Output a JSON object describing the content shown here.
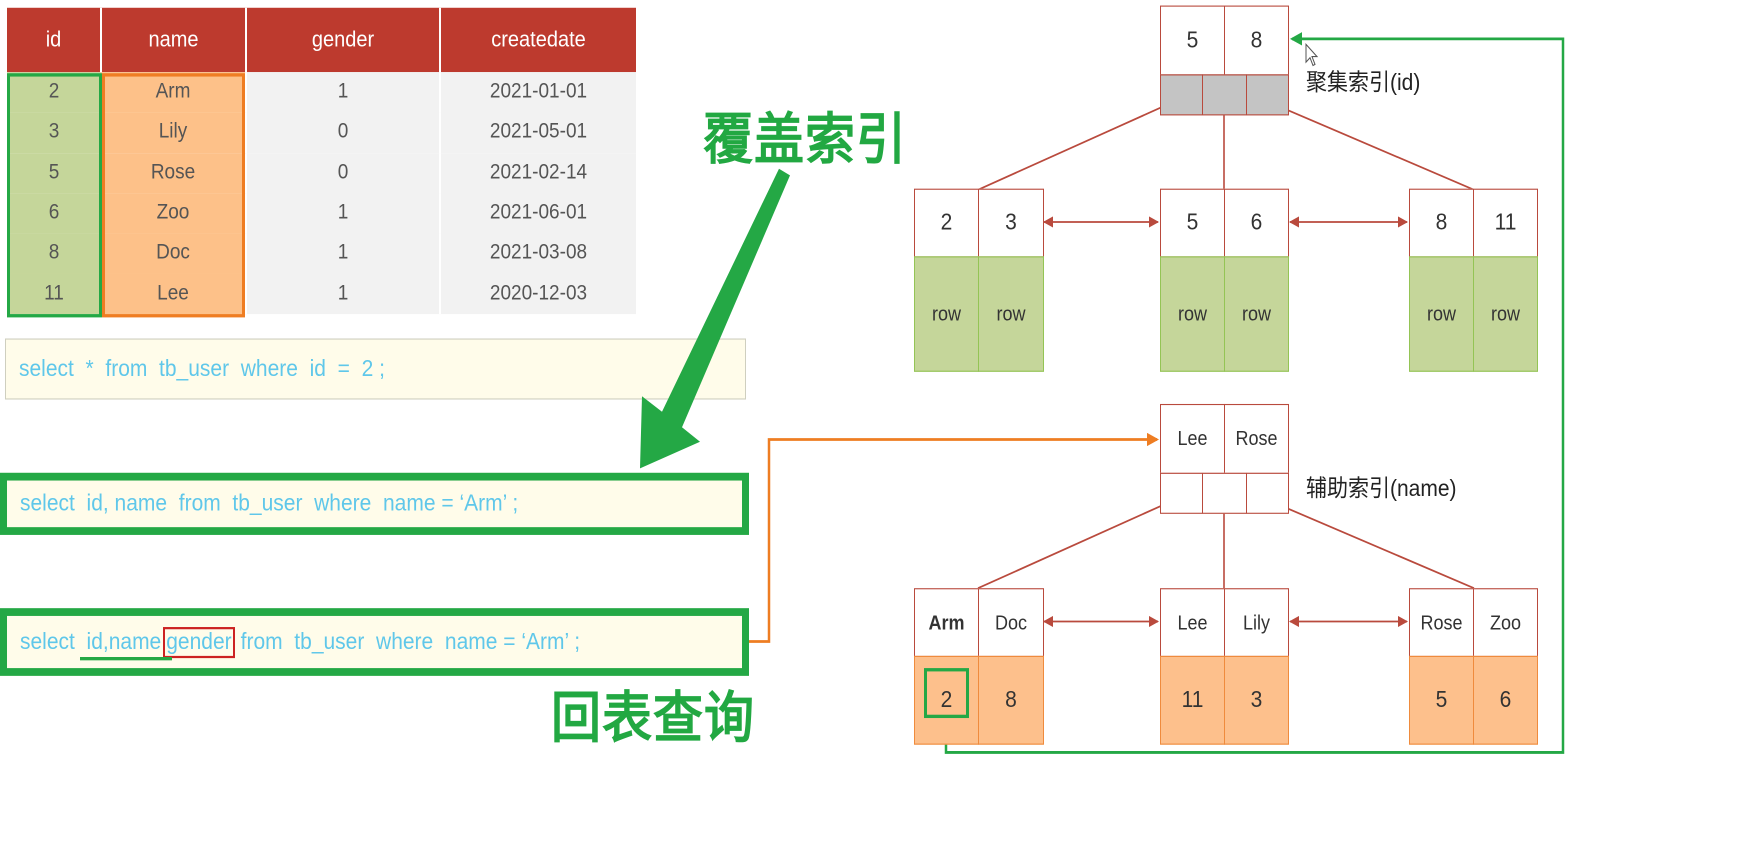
{
  "table": {
    "headers": [
      "id",
      "name",
      "gender",
      "createdate"
    ],
    "rows": [
      [
        "2",
        "Arm",
        "1",
        "2021-01-01"
      ],
      [
        "3",
        "Lily",
        "0",
        "2021-05-01"
      ],
      [
        "5",
        "Rose",
        "0",
        "2021-02-14"
      ],
      [
        "6",
        "Zoo",
        "1",
        "2021-06-01"
      ],
      [
        "8",
        "Doc",
        "1",
        "2021-03-08"
      ],
      [
        "11",
        "Lee",
        "1",
        "2020-12-03"
      ]
    ]
  },
  "sql": {
    "q1": "select  *  from  tb_user  where  id  =  2 ;",
    "q2": "select  id, name  from  tb_user  where  name = ‘Arm’ ;",
    "q3_prefix": "select  ",
    "q3_id_name": "id,name",
    "q3_gender": "gender",
    "q3_suffix": "from  tb_user  where  name = ‘Arm’ ;"
  },
  "labels": {
    "covering_index": "覆盖索引",
    "table_lookup": "回表查询",
    "clustered_index": "聚集索引(id)",
    "secondary_index": "辅助索引(name)"
  },
  "clustered_tree": {
    "root": [
      "5",
      "8"
    ],
    "leaves": [
      {
        "keys": [
          "2",
          "3"
        ],
        "data": [
          "row",
          "row"
        ]
      },
      {
        "keys": [
          "5",
          "6"
        ],
        "data": [
          "row",
          "row"
        ]
      },
      {
        "keys": [
          "8",
          "11"
        ],
        "data": [
          "row",
          "row"
        ]
      }
    ]
  },
  "secondary_tree": {
    "root": [
      "Lee",
      "Rose"
    ],
    "leaves": [
      {
        "keys": [
          "Arm",
          "Doc"
        ],
        "data": [
          "2",
          "8"
        ]
      },
      {
        "keys": [
          "Lee",
          "Lily"
        ],
        "data": [
          "11",
          "3"
        ]
      },
      {
        "keys": [
          "Rose",
          "Zoo"
        ],
        "data": [
          "5",
          "6"
        ]
      }
    ]
  },
  "colors": {
    "header_red": "#bd3a2e",
    "id_green": "#c5d69a",
    "name_orange": "#fdc189",
    "highlight_green": "#24a845",
    "sql_blue": "#5fc7ea",
    "tree_border": "#b94a3d",
    "arrow_orange": "#ee7d22"
  }
}
